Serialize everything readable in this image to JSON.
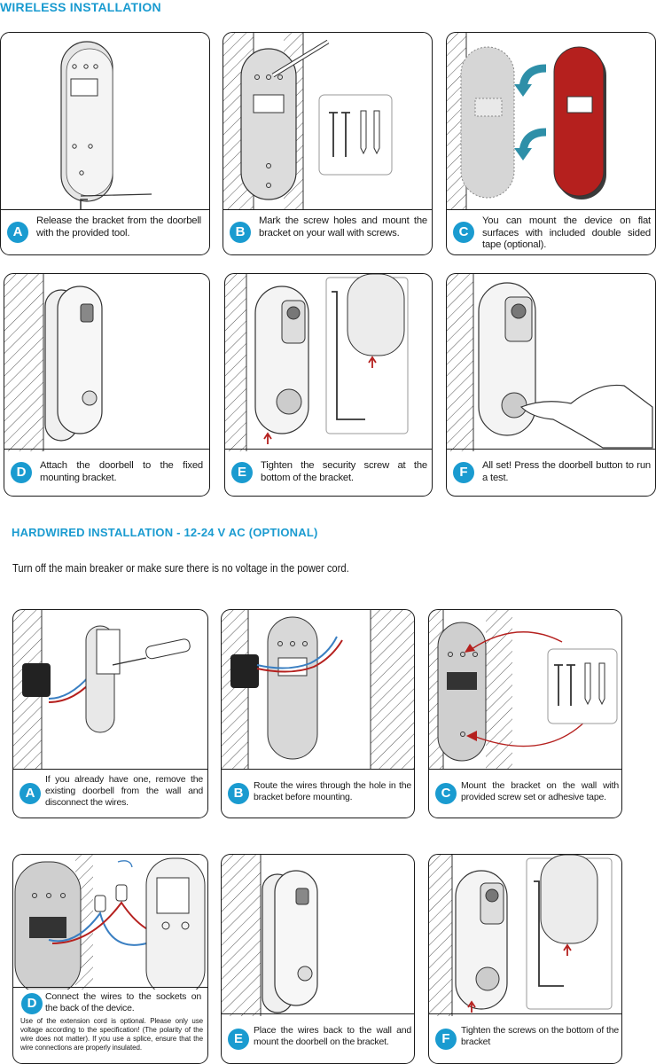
{
  "wireless": {
    "title": "WIRELESS INSTALLATION",
    "steps": [
      {
        "letter": "A",
        "text": "Release the bracket from the doorbell with the provided tool."
      },
      {
        "letter": "B",
        "text": "Mark the screw holes and mount the bracket on your wall with screws."
      },
      {
        "letter": "C",
        "text": "You can mount the device on flat surfaces with included double sided tape (optional)."
      },
      {
        "letter": "D",
        "text": "Attach the doorbell to the fixed mounting bracket."
      },
      {
        "letter": "E",
        "text": "Tighten the security screw at the bottom of the bracket."
      },
      {
        "letter": "F",
        "text": "All set! Press the doorbell button to run a test."
      }
    ]
  },
  "hardwired": {
    "title": "HARDWIRED INSTALLATION - 12-24 V AC (OPTIONAL)",
    "intro": "Turn off the main breaker or make sure there is no voltage in the power cord.",
    "steps": [
      {
        "letter": "A",
        "text": "If you already have one, remove the existing doorbell from the wall and disconnect the wires."
      },
      {
        "letter": "B",
        "text": "Route the wires through the hole in the bracket before mounting."
      },
      {
        "letter": "C",
        "text": "Mount the bracket on the wall with provided screw set or adhesive tape."
      },
      {
        "letter": "D",
        "text": "Connect the wires to the sockets on the back of the device.",
        "note": "Use of the extension cord is optional. Please only use voltage according to the specification! (The polarity of the wire does not matter). If you use a splice, ensure that the wire connections are properly insulated."
      },
      {
        "letter": "E",
        "text": "Place the wires back to the wall and mount the doorbell on the bracket."
      },
      {
        "letter": "F",
        "text": "Tighten the screws on the bottom of the bracket"
      }
    ]
  },
  "colors": {
    "accent": "#1a9bd0",
    "red": "#b5201e",
    "blue_wire": "#3a7fc2",
    "arrow_teal": "#2e8fa8"
  }
}
